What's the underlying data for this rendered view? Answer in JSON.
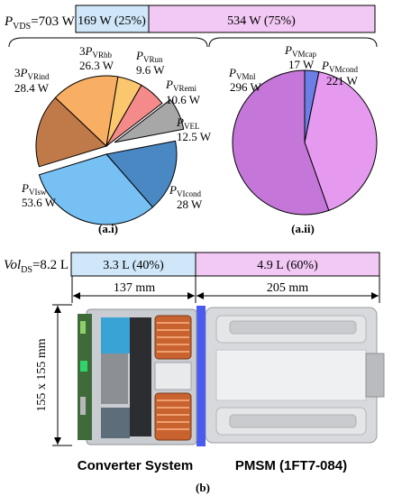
{
  "top_bar": {
    "label_var": "P",
    "label_sub": "VDS",
    "label_rest": "=703 W",
    "seg1": "169 W (25%)",
    "seg2": "534 W (75%)",
    "seg1_value": 169,
    "seg2_value": 534
  },
  "pie_left": {
    "caption": "(a.i)",
    "slices": [
      {
        "pre": "3",
        "var": "P",
        "sub": "VRind",
        "val": "28.4 W",
        "value": 28.4,
        "color": "#c07a4a"
      },
      {
        "pre": "3",
        "var": "P",
        "sub": "VRhb",
        "val": "26.3 W",
        "value": 26.3,
        "color": "#f8ae63"
      },
      {
        "pre": "",
        "var": "P",
        "sub": "VRun",
        "val": "9.6 W",
        "value": 9.6,
        "color": "#fbc76e"
      },
      {
        "pre": "",
        "var": "P",
        "sub": "VRemi",
        "val": "10.6 W",
        "value": 10.6,
        "color": "#f58a8a"
      },
      {
        "pre": "",
        "var": "P",
        "sub": "VEL",
        "val": "12.5 W",
        "value": 12.5,
        "color": "#a7a7a7"
      },
      {
        "pre": "",
        "var": "P",
        "sub": "VIcond",
        "val": "28 W",
        "value": 28.0,
        "color": "#4a88c4"
      },
      {
        "pre": "",
        "var": "P",
        "sub": "VIsw",
        "val": "53.6 W",
        "value": 53.6,
        "color": "#76c0f3"
      }
    ]
  },
  "pie_right": {
    "caption": "(a.ii)",
    "slices": [
      {
        "var": "P",
        "sub": "VMcap",
        "val": "17 W",
        "value": 17,
        "color": "#6b7fe6"
      },
      {
        "var": "P",
        "sub": "VMcond",
        "val": "221 W",
        "value": 221,
        "color": "#e59af0"
      },
      {
        "var": "P",
        "sub": "VMnl",
        "val": "296 W",
        "value": 296,
        "color": "#c577d9"
      }
    ]
  },
  "vol_bar": {
    "label_var": "Vol",
    "label_sub": "DS",
    "label_rest": "=8.2 L",
    "seg1": "3.3 L  (40%)",
    "seg2": "4.9 L  (60%)"
  },
  "dims": {
    "width1": "137 mm",
    "width2": "205 mm",
    "height": "155 x 155 mm"
  },
  "bottom_labels": {
    "left": "Converter System",
    "right": "PMSM (1FT7-084)",
    "caption": "(b)"
  },
  "colors": {
    "blue_fill": "#cfe7f8",
    "purple_fill": "#f2c8f5",
    "motor_ring": "#4a5cf0"
  }
}
